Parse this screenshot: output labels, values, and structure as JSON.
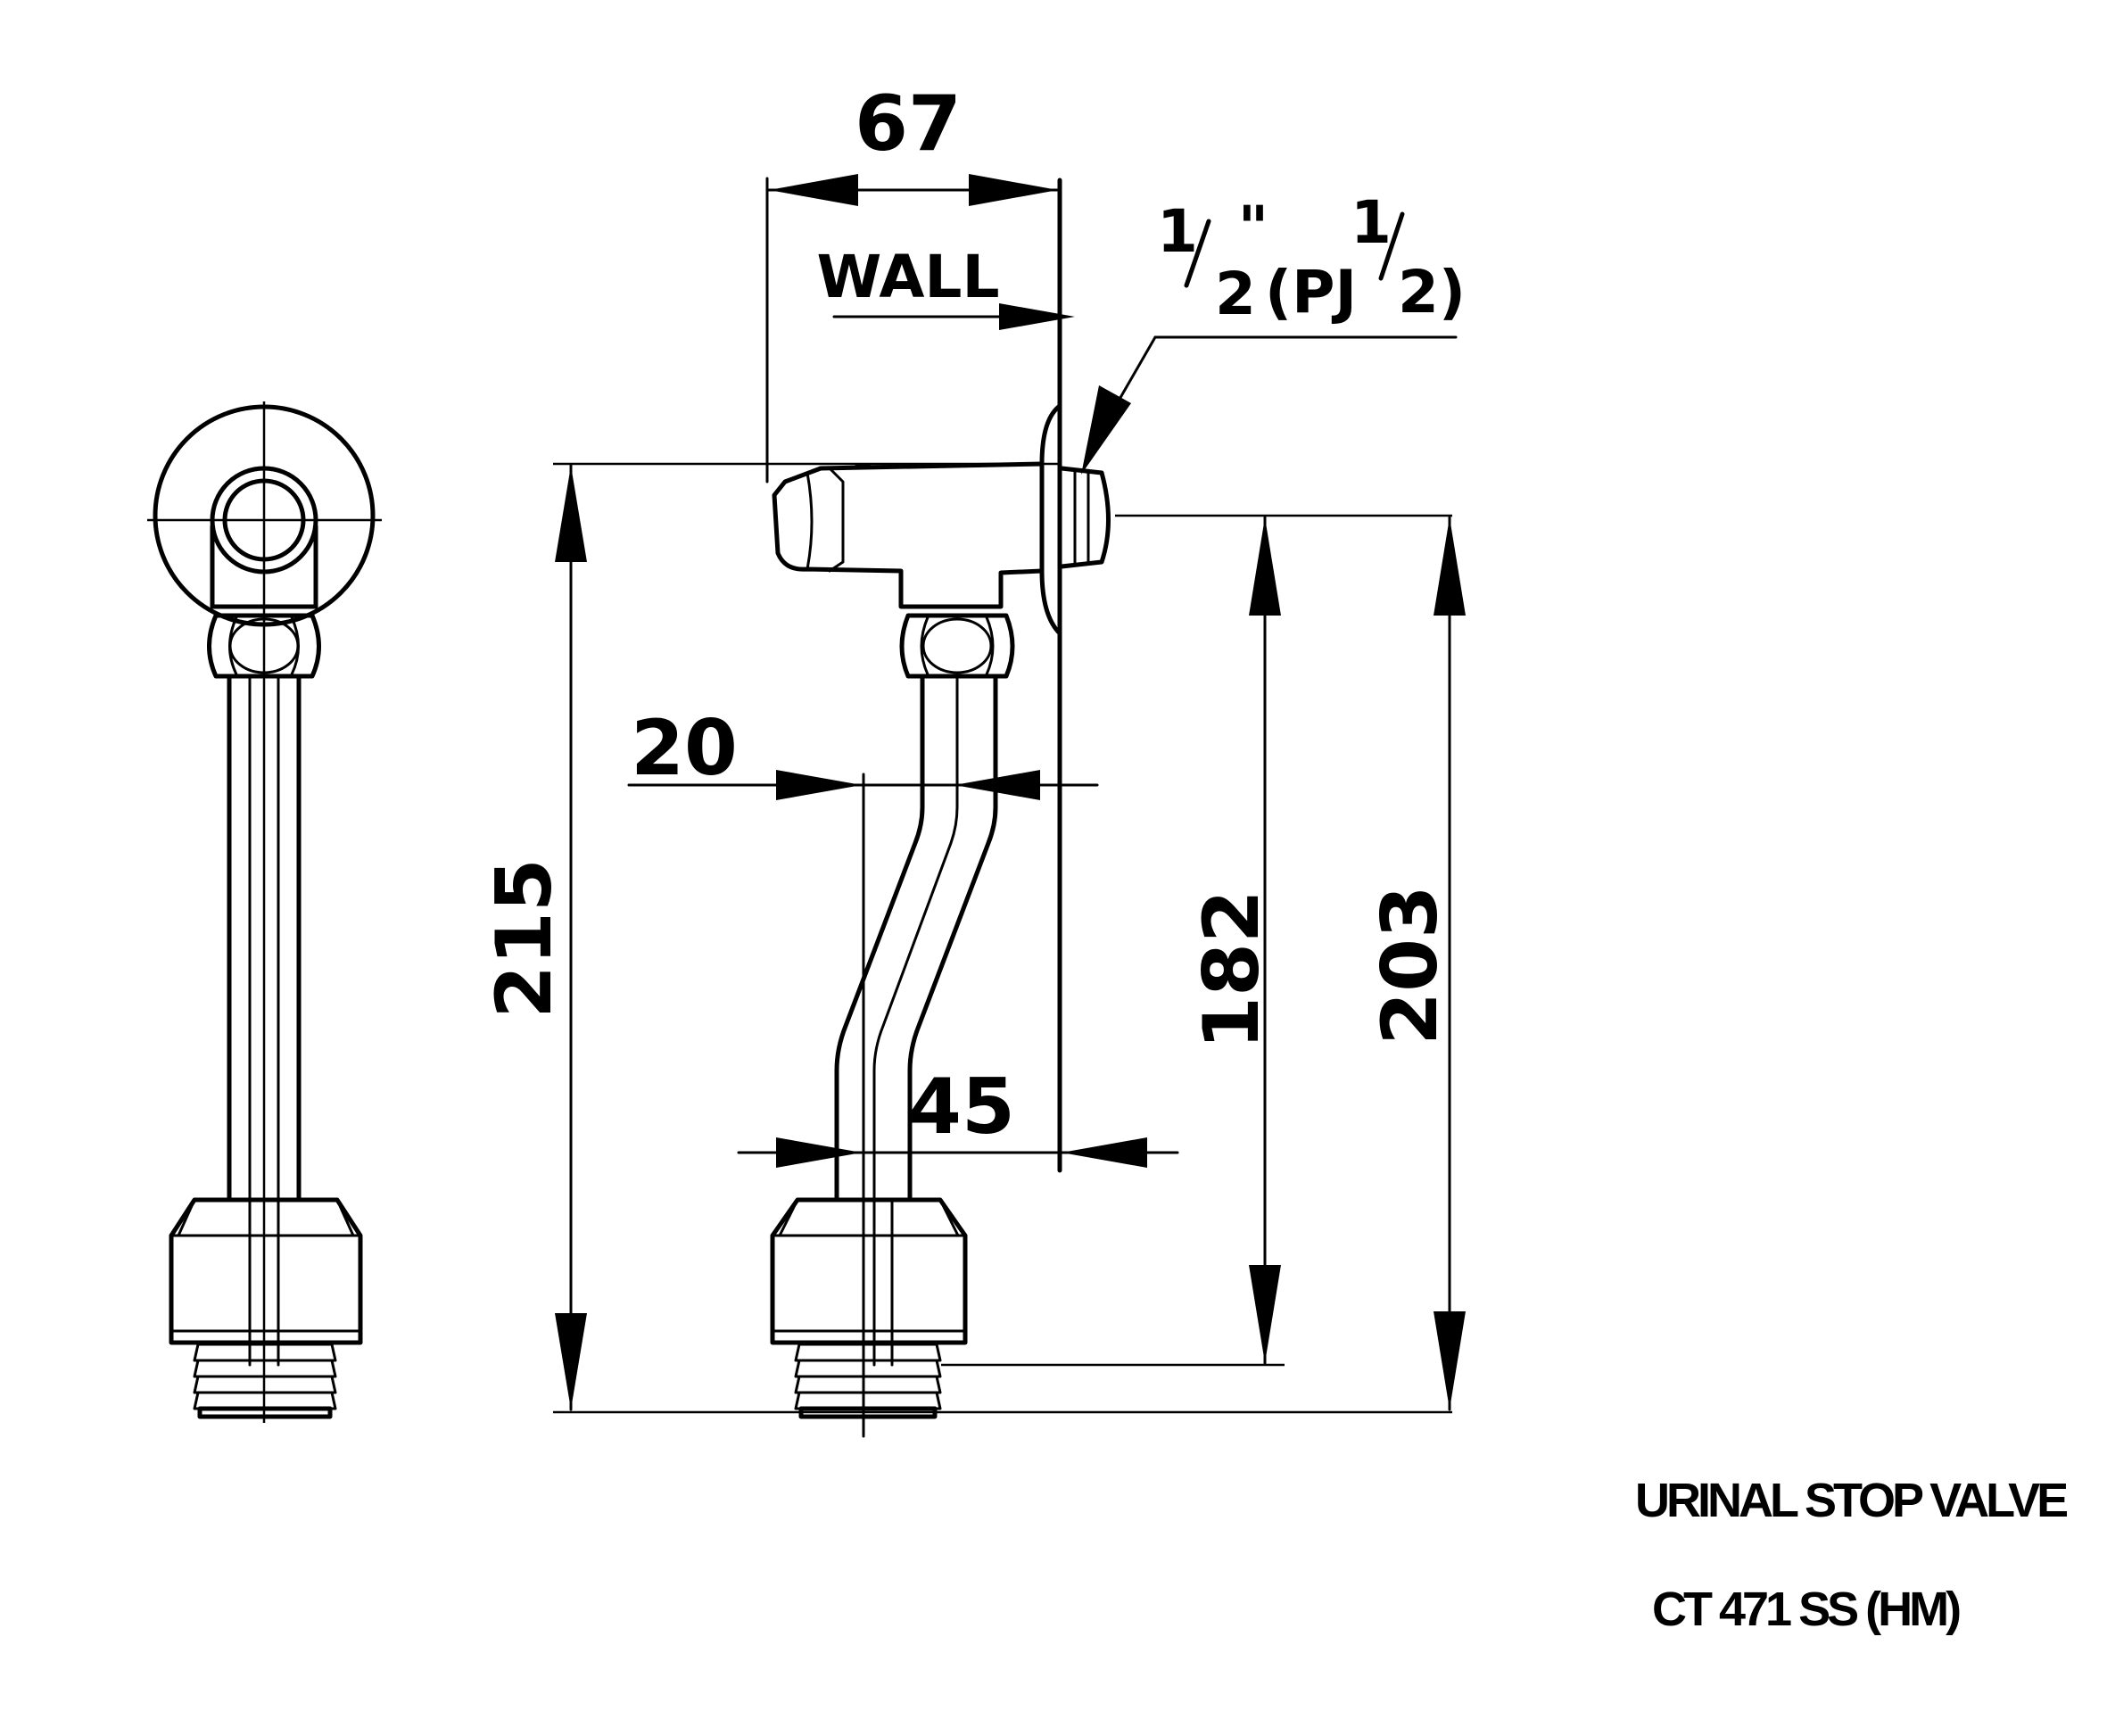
{
  "dimensions": {
    "width_top": "67",
    "height_overall": "215",
    "height_inner": "182",
    "height_outer": "203",
    "offset_top": "20",
    "offset_bottom": "45"
  },
  "labels": {
    "wall": "WALL",
    "thread_num_1": "1",
    "thread_den_1": "2",
    "thread_inch": "\"",
    "thread_open": "(PJ",
    "thread_num_2": "1",
    "thread_den_2": "2",
    "thread_close": ")"
  },
  "title_block": {
    "product_name": "URINAL STOP VALVE",
    "model_code": "CT 471 SS (HM)"
  }
}
